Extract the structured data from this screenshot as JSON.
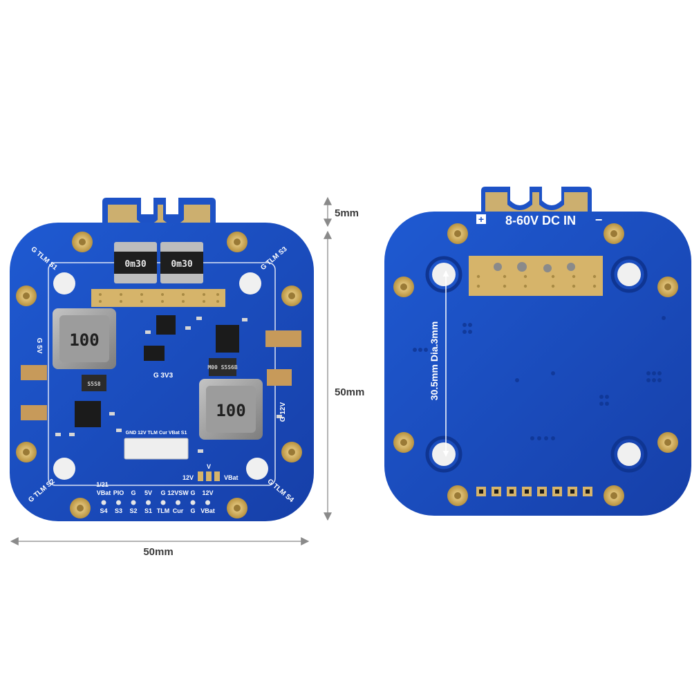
{
  "dimensions": {
    "width_label": "50mm",
    "height_label": "50mm",
    "tab_label": "5mm",
    "hole_spacing_label": "30.5mm Dia.3mm"
  },
  "front_board": {
    "resistor_marks": [
      "0m30",
      "0m30"
    ],
    "inductor_marks": [
      "100",
      "100"
    ],
    "corner_labels": {
      "top_left": "G TLM S1",
      "top_right": "G TLM S3",
      "bottom_left": "G TLM S2",
      "bottom_right": "G TLM S4"
    },
    "side_labels": {
      "left": "G  5V",
      "right": "G 12V",
      "center": "G  3V3"
    },
    "connector_label_top": "GND 12V TLM Cur VBat S1",
    "chip_marks": [
      "S5S8",
      "M00 S5S6B"
    ],
    "jumper_labels": {
      "left": "12V",
      "right": "VBat",
      "marker": "V"
    },
    "pad_row1_label": "1/21",
    "pad_row1": [
      "VBat",
      "PIO",
      "G",
      "5V",
      "G",
      "12VSW",
      "G",
      "12V"
    ],
    "pad_row2": [
      "S4",
      "S3",
      "S2",
      "S1",
      "TLM",
      "Cur",
      "G",
      "VBat"
    ]
  },
  "back_board": {
    "dc_in_label": "8-60V DC IN",
    "plus_sign": "+",
    "minus_sign": "−"
  },
  "colors": {
    "pcb_blue": "#1a4fc4",
    "pcb_dark": "#113a9e",
    "gold": "#d8b56a",
    "silkscreen": "#ffffff",
    "dimension_line": "#9a9a9a"
  }
}
